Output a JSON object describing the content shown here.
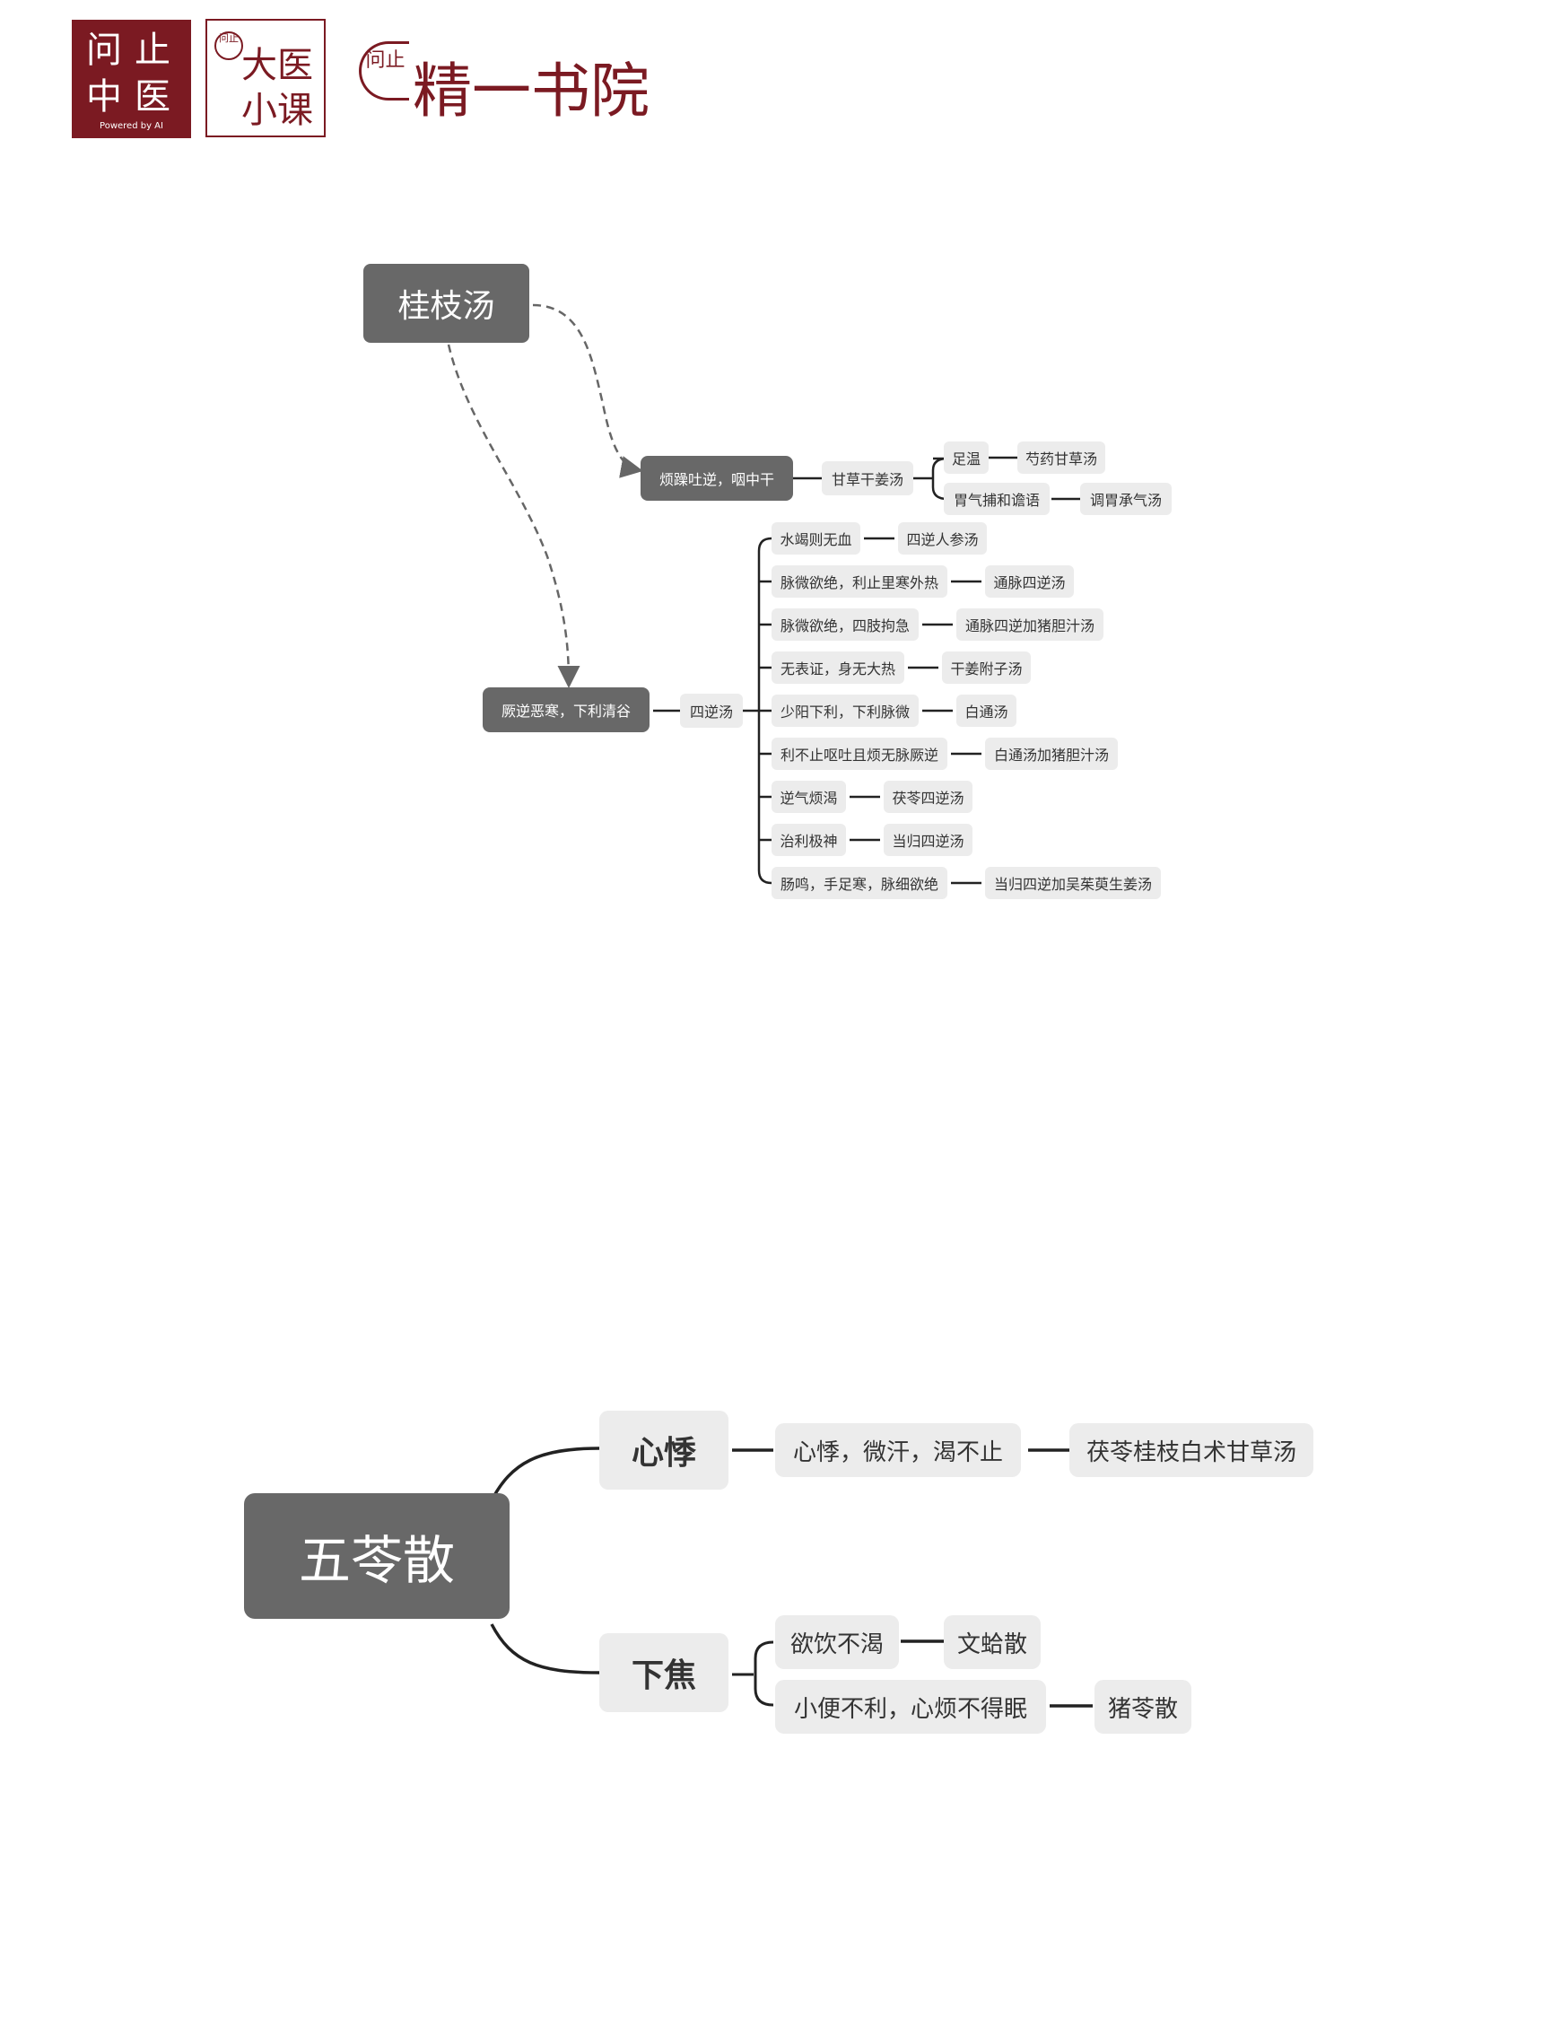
{
  "header": {
    "logo1_line1": "问止",
    "logo1_line2": "中医",
    "logo1_powered": "Powered by AI",
    "logo2_seal": "问止",
    "logo2_line1": "大医",
    "logo2_line2": "小课",
    "seal": "问止",
    "brand": "精一书院"
  },
  "diagram1": {
    "root": "桂枝汤",
    "branch_a": {
      "label": "烦躁吐逆，咽中干",
      "mid": "甘草干姜汤",
      "children": [
        {
          "cond": "足温",
          "formula": "芍药甘草汤"
        },
        {
          "cond": "胃气捕和谵语",
          "formula": "调胃承气汤"
        }
      ]
    },
    "branch_b": {
      "label": "厥逆恶寒，下利清谷",
      "mid": "四逆汤",
      "children": [
        {
          "cond": "水竭则无血",
          "formula": "四逆人参汤"
        },
        {
          "cond": "脉微欲绝，利止里寒外热",
          "formula": "通脉四逆汤"
        },
        {
          "cond": "脉微欲绝，四肢拘急",
          "formula": "通脉四逆加猪胆汁汤"
        },
        {
          "cond": "无表证，身无大热",
          "formula": "干姜附子汤"
        },
        {
          "cond": "少阳下利，下利脉微",
          "formula": "白通汤"
        },
        {
          "cond": "利不止呕吐且烦无脉厥逆",
          "formula": "白通汤加猪胆汁汤"
        },
        {
          "cond": "逆气烦渴",
          "formula": "茯苓四逆汤"
        },
        {
          "cond": "治利极神",
          "formula": "当归四逆汤"
        },
        {
          "cond": "肠鸣，手足寒，脉细欲绝",
          "formula": "当归四逆加吴茱萸生姜汤"
        }
      ]
    }
  },
  "diagram2": {
    "root": "五苓散",
    "branch_a": {
      "label": "心悸",
      "cond": "心悸，微汗，渴不止",
      "formula": "茯苓桂枝白术甘草汤"
    },
    "branch_b": {
      "label": "下焦",
      "children": [
        {
          "cond": "欲饮不渴",
          "formula": "文蛤散"
        },
        {
          "cond": "小便不利，心烦不得眠",
          "formula": "猪苓散"
        }
      ]
    }
  },
  "colors": {
    "brand": "#7b1a22",
    "dark_node": "#686868",
    "light_node": "#ececec"
  }
}
